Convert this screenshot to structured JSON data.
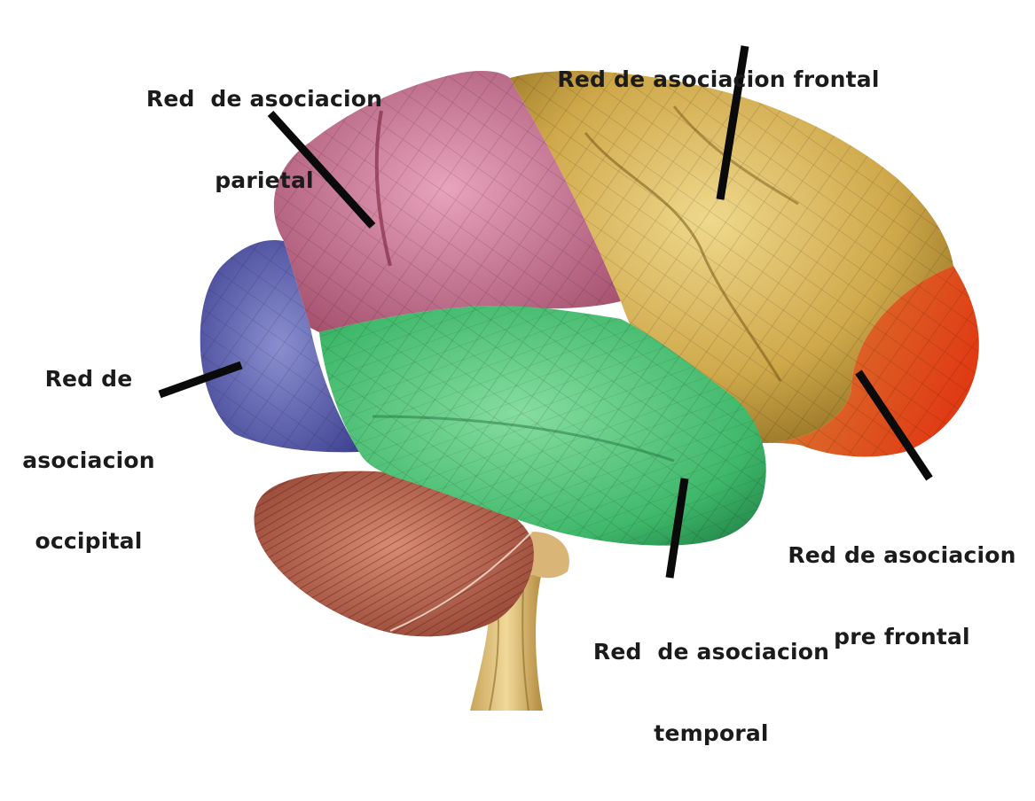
{
  "colors": {
    "background": "#ffffff",
    "frontal": "#c9a63f",
    "prefrontal": "#e0561e",
    "parietal": "#c9708f",
    "occipital": "#5a5ea8",
    "temporal": "#3fb86a",
    "cerebellum": "#b9624f",
    "brainstem": "#e0c47a",
    "leader_line": "#0a0a0a",
    "label_text": "#1b1b1b"
  },
  "labels": {
    "parietal": [
      "Red  de asociacion",
      "parietal"
    ],
    "frontal": [
      "Red de asociacion frontal"
    ],
    "occipital": [
      "Red de",
      "asociacion",
      "occipital"
    ],
    "prefrontal": [
      "Red de asociacion",
      "pre frontal"
    ],
    "temporal": [
      "Red  de asociacion",
      "temporal"
    ]
  }
}
